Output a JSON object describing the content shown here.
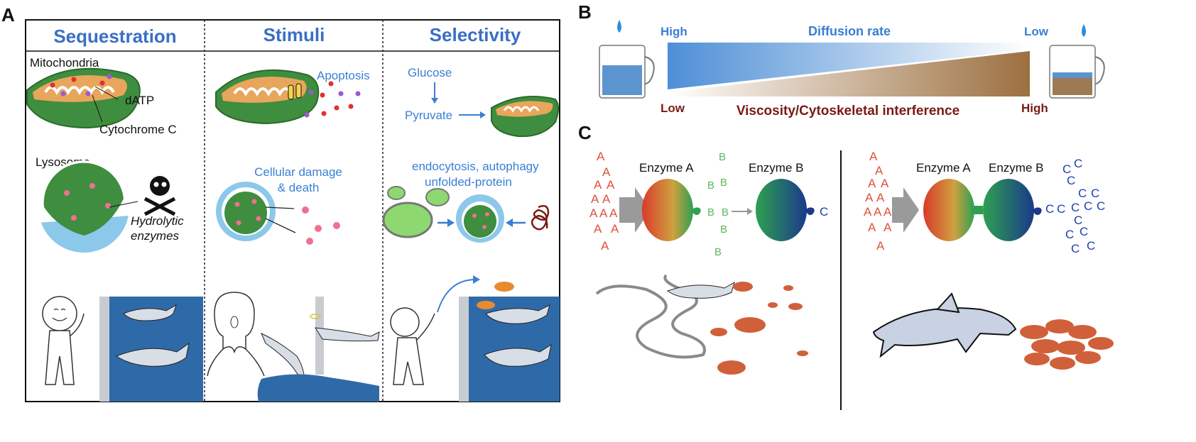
{
  "panels": {
    "a": "A",
    "b": "B",
    "c": "C"
  },
  "panel_a": {
    "headers": [
      "Sequestration",
      "Stimuli",
      "Selectivity"
    ],
    "labels": {
      "mitochondria": "Mitochondria",
      "datp": "dATP",
      "cytochrome_c": "Cytochrome C",
      "lysosome": "Lysosome",
      "hydrolytic_1": "Hydrolytic",
      "hydrolytic_2": "enzymes",
      "apoptosis": "Apoptosis",
      "cell_damage_1": "Cellular damage",
      "cell_damage_2": "& death",
      "glucose": "Glucose",
      "pyruvate": "Pyruvate",
      "endocytosis": "endocytosis, autophagy",
      "unfolded": "unfolded-protein"
    }
  },
  "panel_b": {
    "high_left": "High",
    "diffusion_rate": "Diffusion rate",
    "low_right": "Low",
    "low_left": "Low",
    "viscosity": "Viscosity/Cytoskeletal interference",
    "high_right": "High"
  },
  "panel_c": {
    "enzyme_a": "Enzyme A",
    "enzyme_b": "Enzyme B",
    "substrate": "A",
    "intermediate": "B",
    "product": "C"
  },
  "colors": {
    "header_blue": "#3a6fc4",
    "label_blue": "#3a7fd4",
    "dark_red": "#7a1a14",
    "mito_green": "#3f8d3f",
    "mito_orange": "#e8a55c",
    "lyso_blue": "#8cc8ea",
    "ocean": "#2f6aa8"
  }
}
